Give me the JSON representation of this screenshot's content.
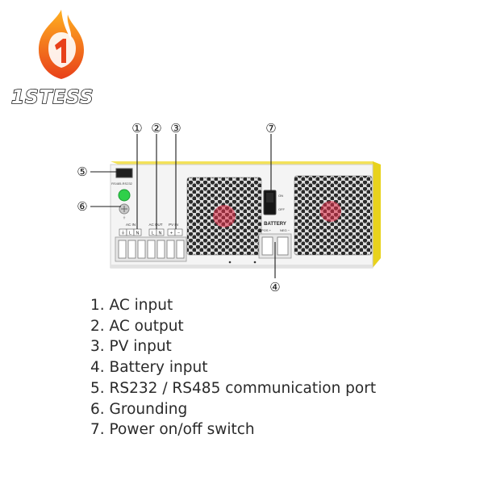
{
  "brand": {
    "name": "1STESS"
  },
  "callouts": {
    "c1": "①",
    "c2": "②",
    "c3": "③",
    "c4": "④",
    "c5": "⑤",
    "c6": "⑥",
    "c7": "⑦"
  },
  "panel_labels": {
    "comm_port": "RS485-RS232",
    "ac_in": "AC IN",
    "ac_in_terminals": [
      "⏚",
      "L",
      "N"
    ],
    "ac_out": "AC OUT",
    "ac_out_terminals": [
      "L",
      "N"
    ],
    "pv_in": "PV IN",
    "pv_in_terminals": [
      "+",
      "−"
    ],
    "switch_on": "ON",
    "switch_off": "OFF",
    "battery": "BATTERY",
    "battery_pos": "POS +",
    "battery_neg": "NEG −"
  },
  "legend": [
    "1. AC input",
    "2. AC output",
    "3. PV input",
    "4. Battery input",
    "5. RS232 / RS485 communication port",
    "6. Grounding",
    "7. Power on/off switch"
  ],
  "colors": {
    "accent_yellow": "#e8d21c",
    "led_green": "#2fd04a",
    "fan_led_red": "#e8304a",
    "logo_orange": "#f05a14"
  }
}
